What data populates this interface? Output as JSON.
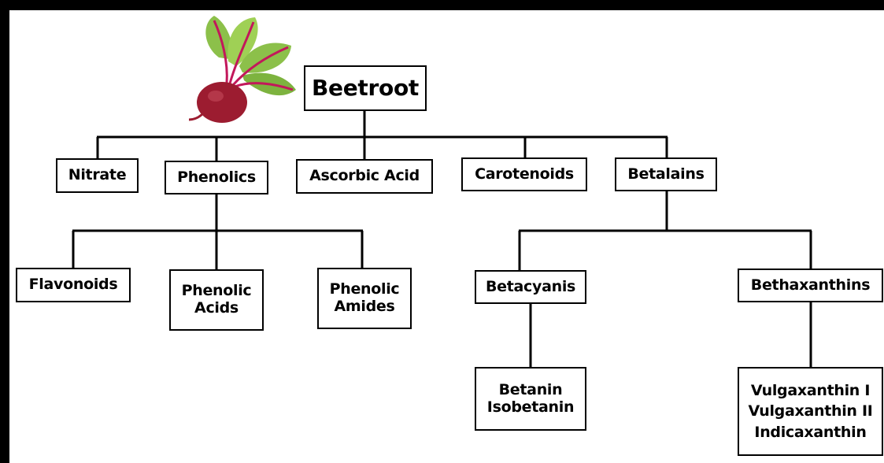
{
  "diagram": {
    "root": {
      "label": "Beetroot"
    },
    "children": [
      {
        "id": "nitrate",
        "label": "Nitrate"
      },
      {
        "id": "phenolics",
        "label": "Phenolics"
      },
      {
        "id": "ascorbic-acid",
        "label": "Ascorbic Acid"
      },
      {
        "id": "carotenoids",
        "label": "Carotenoids"
      },
      {
        "id": "betalains",
        "label": "Betalains"
      }
    ],
    "phenolics_children": [
      {
        "id": "flavonoids",
        "lines": [
          "Flavonoids"
        ]
      },
      {
        "id": "phenolic-acids",
        "lines": [
          "Phenolic",
          "Acids"
        ]
      },
      {
        "id": "phenolic-amides",
        "lines": [
          "Phenolic",
          "Amides"
        ]
      }
    ],
    "betalains_children": [
      {
        "id": "betacyanis",
        "label": "Betacyanis"
      },
      {
        "id": "bethaxanthins",
        "label": "Bethaxanthins"
      }
    ],
    "betacyanis_children": {
      "lines": [
        "Betanin",
        "Isobetanin"
      ]
    },
    "bethaxanthins_children": {
      "lines": [
        "Vulgaxanthin I",
        "Vulgaxanthin II",
        "Indicaxanthin"
      ]
    },
    "illustration": {
      "icon": "beetroot-icon"
    },
    "colors": {
      "frame": "#000000",
      "background": "#ffffff",
      "beet": "#9c1c30",
      "leaf": "#8cc04a",
      "stem": "#c2185b"
    }
  }
}
